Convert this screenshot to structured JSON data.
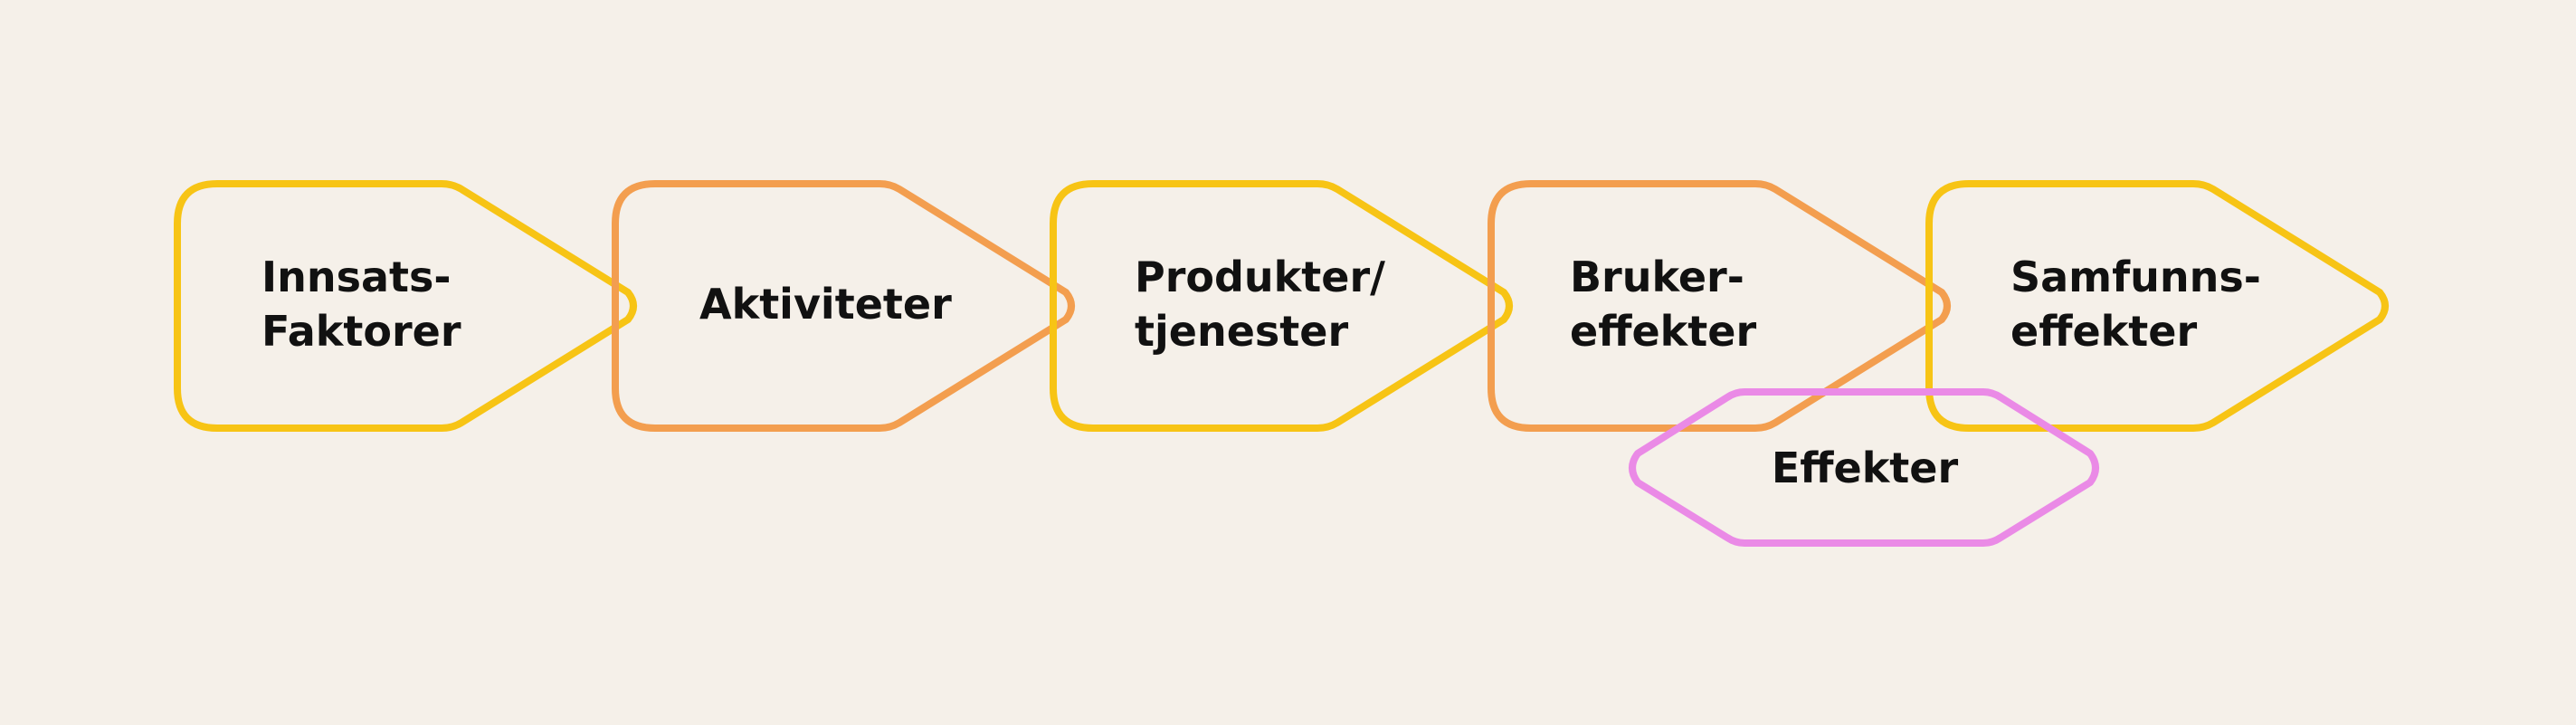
{
  "stages": [
    {
      "label_lines": [
        "Innsats-",
        "Faktorer"
      ],
      "color": "#f7c415"
    },
    {
      "label_lines": [
        "Aktiviteter"
      ],
      "color": "#f39e4f"
    },
    {
      "label_lines": [
        "Produkter/",
        "tjenester"
      ],
      "color": "#f7c415"
    },
    {
      "label_lines": [
        "Bruker-",
        "effekter"
      ],
      "color": "#f39e4f"
    },
    {
      "label_lines": [
        "Samfunns-",
        "effekter"
      ],
      "color": "#f7c415"
    }
  ],
  "effects_group": {
    "label": "Effekter",
    "color": "#ea8ae6"
  },
  "background_color": "#f5f0e9"
}
